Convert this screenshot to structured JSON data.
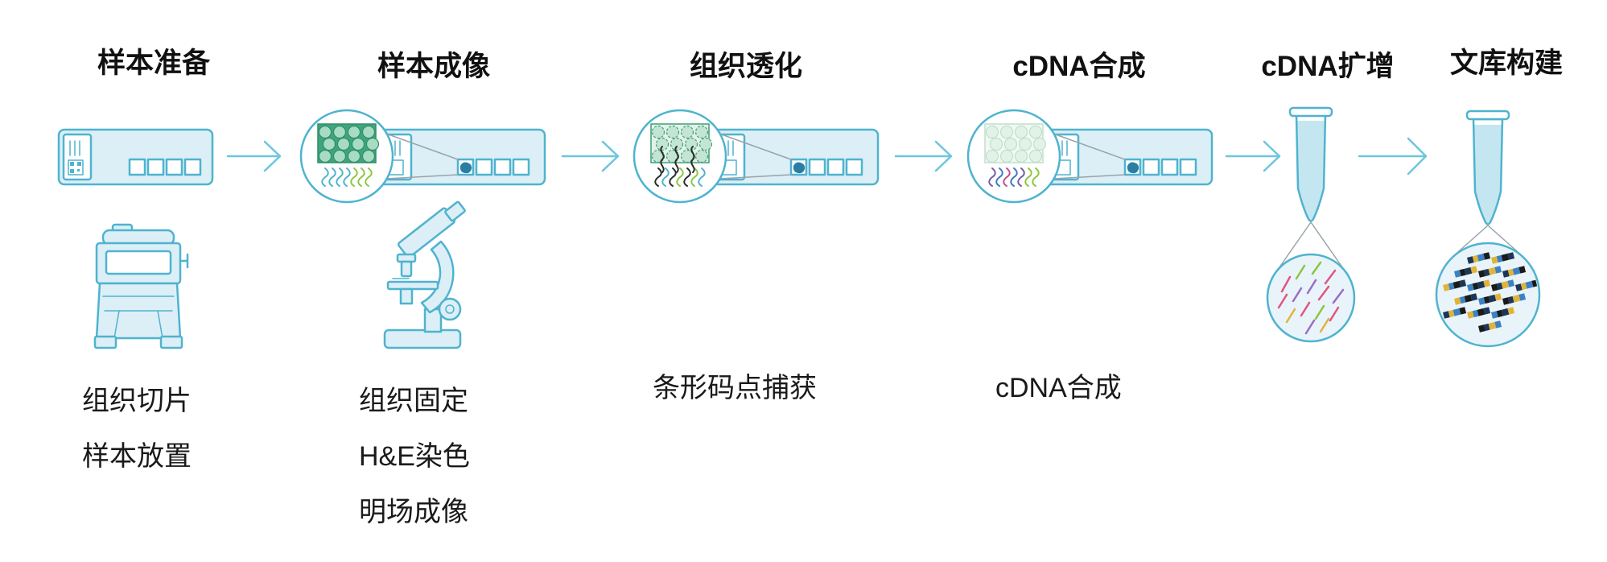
{
  "steps": [
    {
      "title": "样本准备",
      "notes": [
        "组织切片",
        "样本放置"
      ],
      "icons": [
        "glass-slide-icon",
        "cryostat-icon"
      ]
    },
    {
      "title": "样本成像",
      "notes": [
        "组织固定",
        "H&E染色",
        "明场成像"
      ],
      "icons": [
        "glass-slide-icon",
        "magnifier-icon",
        "microscope-icon"
      ]
    },
    {
      "title": "组织透化",
      "notes": [
        "条形码点捕获"
      ],
      "icons": [
        "glass-slide-icon",
        "magnifier-icon"
      ]
    },
    {
      "title": "cDNA合成",
      "notes": [
        "cDNA合成"
      ],
      "icons": [
        "glass-slide-icon",
        "magnifier-icon"
      ]
    },
    {
      "title": "cDNA扩增",
      "notes": [],
      "icons": [
        "microcentrifuge-tube-icon",
        "magnifier-icon"
      ]
    },
    {
      "title": "文库构建",
      "notes": [],
      "icons": [
        "microcentrifuge-tube-icon",
        "magnifier-icon"
      ]
    }
  ],
  "connector_icon": "arrow-right-icon",
  "colors": {
    "outline": "#4fb3cf",
    "fill": "#dceff6",
    "arrow": "#6cc6de",
    "liquid": "#c4e6f1",
    "tissue": "#3fa57e",
    "text": "#111111"
  }
}
